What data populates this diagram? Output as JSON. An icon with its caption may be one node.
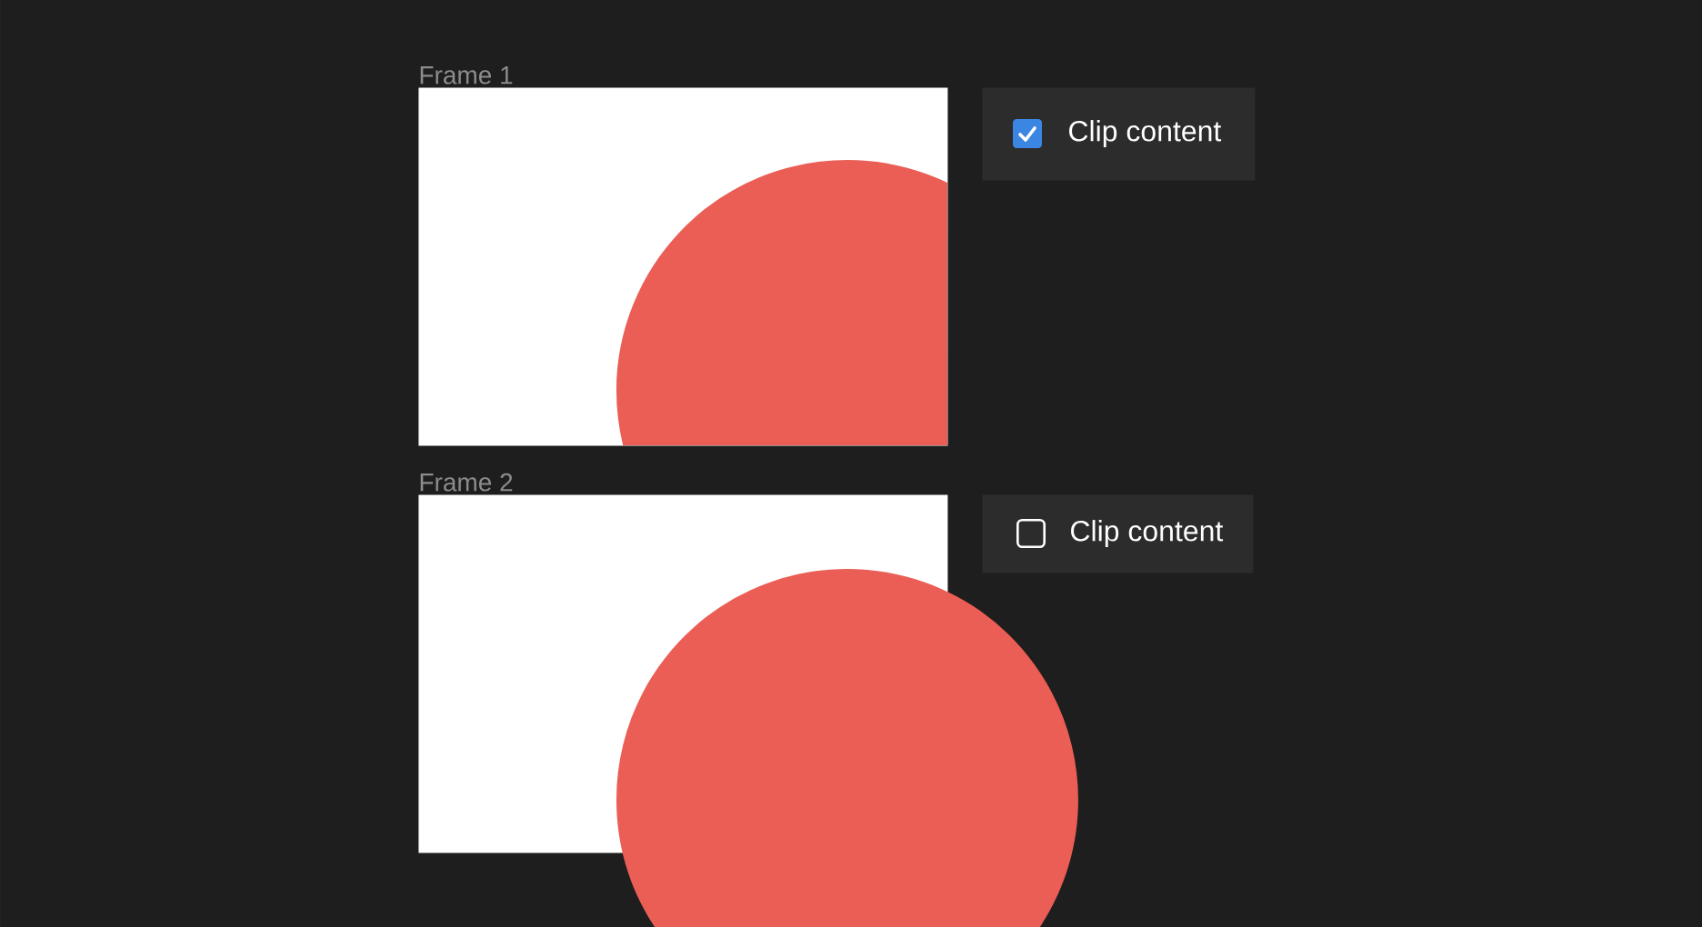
{
  "diagram": {
    "nodes": [
      {
        "text": [
          "Frame 1"
        ]
      },
      {
        "text": [],
        "shape": "circle",
        "in": 0
      },
      {
        "text": [
          "Clip content"
        ]
      },
      {
        "text": [
          "Frame 2"
        ]
      },
      {
        "text": [],
        "shape": "circle"
      },
      {
        "text": [
          "Clip content"
        ]
      }
    ]
  }
}
